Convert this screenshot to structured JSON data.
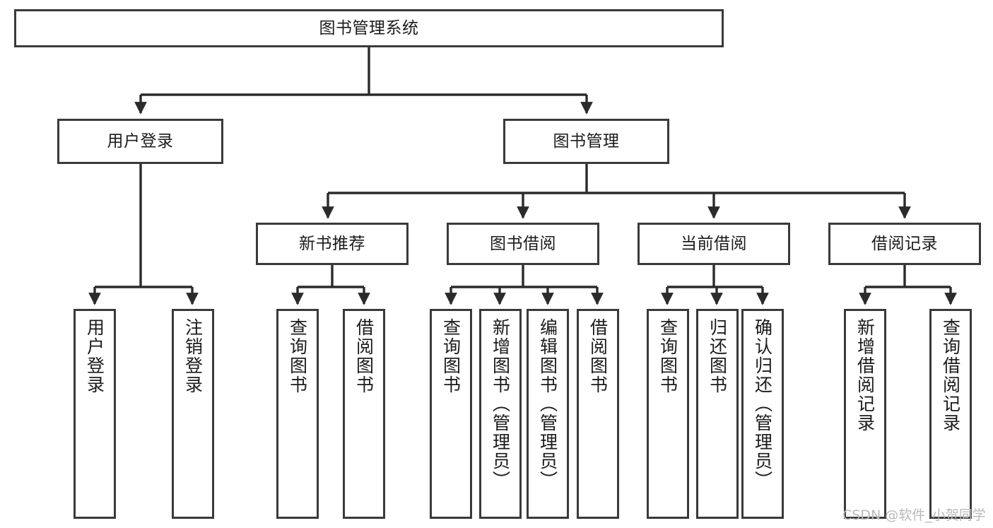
{
  "diagram": {
    "title": "图书管理系统",
    "type": "hierarchy-tree",
    "colors": {
      "box_border": "#3a3a3a",
      "box_fill": "#ffffff",
      "edge": "#2b2b2b",
      "text": "#1b1b1b",
      "watermark": "#b9b9b9"
    },
    "nodes": {
      "root": {
        "label": "图书管理系统"
      },
      "level2": [
        {
          "label": "用户登录"
        },
        {
          "label": "图书管理"
        }
      ],
      "level3": [
        {
          "label": "新书推荐"
        },
        {
          "label": "图书借阅"
        },
        {
          "label": "当前借阅"
        },
        {
          "label": "借阅记录"
        }
      ],
      "leaves_user_login": [
        {
          "label": "用户登录"
        },
        {
          "label": "注销登录"
        }
      ],
      "leaves_new_book": [
        {
          "label": "查询图书"
        },
        {
          "label": "借阅图书"
        }
      ],
      "leaves_borrow": [
        {
          "label": "查询图书"
        },
        {
          "label": "新增图书（管理员）"
        },
        {
          "label": "编辑图书（管理员）"
        },
        {
          "label": "借阅图书"
        }
      ],
      "leaves_current": [
        {
          "label": "查询图书"
        },
        {
          "label": "归还图书"
        },
        {
          "label": "确认归还（管理员）"
        }
      ],
      "leaves_record": [
        {
          "label": "新增借阅记录"
        },
        {
          "label": "查询借阅记录"
        }
      ]
    },
    "watermark": "CSDN @软件_小贺同学"
  }
}
